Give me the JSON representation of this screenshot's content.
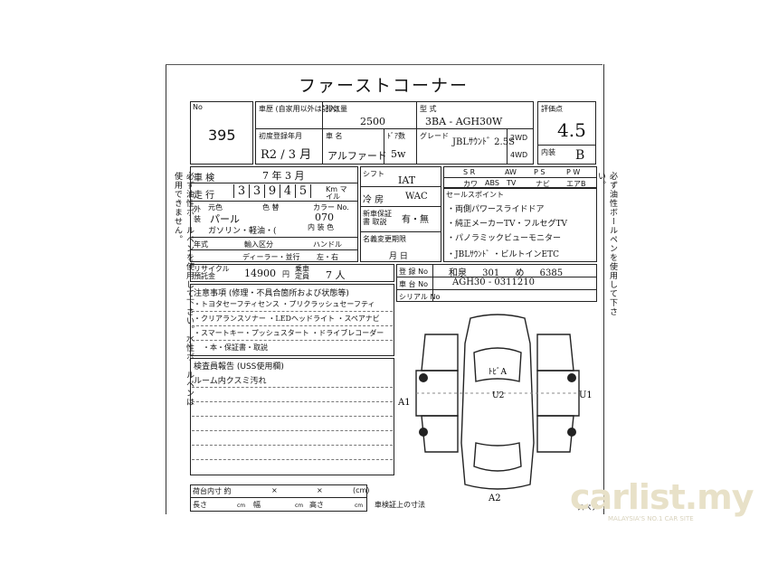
{
  "title": "ファーストコーナー",
  "lot": {
    "label": "No",
    "number": "395"
  },
  "header": {
    "history_label": "車歴 (自家用以外は記入)",
    "displacement_label": "排気量",
    "displacement": "2500",
    "model_label": "型 式",
    "model": "3BA - AGH30W",
    "grade_label": "評価点",
    "grade": "4.5",
    "first_reg_label": "初度登録年月",
    "first_reg": "R2 / 3 月",
    "name_label": "車 名",
    "name": "アルファード",
    "doors_label": "ﾄﾞｱ数",
    "doors": "5w",
    "trim_label": "グレード",
    "trim": "JBLｻｳﾝﾄﾞ 2.5S",
    "drive_2wd": "2WD",
    "drive_4wd": "4WD",
    "interior_label": "内装",
    "interior": "B"
  },
  "inspection": {
    "label": "車 検",
    "value": "7 年 3 月"
  },
  "mileage": {
    "label": "走 行",
    "digits": [
      "3",
      "3",
      "9",
      "4",
      "5"
    ],
    "unit": "Km マイル"
  },
  "exterior": {
    "label": "外 装",
    "color_label": "元色",
    "color_name_label": "色 替",
    "color": "パール",
    "color_no_label": "カラー No.",
    "color_no": "070",
    "fuel": "ガソリン・軽油・(",
    "fuel_note": "内 装 色"
  },
  "year_row": {
    "label": "年式",
    "import_label": "輸入区分",
    "import": "ディーラー・並行",
    "handle_label": "ハンドル",
    "handle": "左・右"
  },
  "recycle": {
    "label": "リサイクル 預託金",
    "value": "14900",
    "unit": "円",
    "capacity_label": "乗車定員",
    "capacity": "7 人"
  },
  "shift": {
    "label": "シフト",
    "value": "IAT"
  },
  "ac": {
    "label": "冷 房",
    "value": "WAC"
  },
  "manual": {
    "label": "新車保証書 取説",
    "value": "有・無"
  },
  "expiry": {
    "label": "名義変更期限",
    "value": "月 日"
  },
  "equipment": {
    "labels": [
      "S R",
      "P S",
      "P W",
      "カワ",
      "ナビ",
      "TV",
      "AW",
      "ABS",
      "エアB"
    ],
    "points_label": "セールスポイント",
    "points": [
      "・両側パワースライドドア",
      "・純正メーカーTV・フルセグTV",
      "・パノラミックビューモニター",
      "・JBLｻｳﾝﾄﾞ ・ビルトインETC"
    ]
  },
  "registration": {
    "reg_label": "登 録 No",
    "reg": "和泉 301 め 6385",
    "vin_label": "車 台 No",
    "vin": "AGH30 - 0311210",
    "serial_label": "シリアル No",
    "serial": ""
  },
  "notes": {
    "label": "注意事項 (修理・不具合箇所および状態等)",
    "lines": [
      "・トヨタセーフティセンス ・プリクラッシュセーフティ",
      "・クリアランスソナー ・LEDヘッドライト ・スペアナビ",
      "・スマートキー・プッシュスタート ・ドライブレコーダー",
      "・本・保証書・取説"
    ]
  },
  "inspector": {
    "label": "検査員報告 (USS使用欄)",
    "lines": [
      "ルーム内クスミ汚れ"
    ]
  },
  "cargo": {
    "label": "荷台内寸 約",
    "x1": "×",
    "x2": "×",
    "unit": "(cm)"
  },
  "dims": {
    "length": "長さ",
    "width": "幅",
    "height": "高さ",
    "cm": "cm",
    "note": "車検証上の寸法"
  },
  "diagram": {
    "marks": [
      "A1",
      "U1",
      "U2",
      "A2",
      "ﾄﾋﾞA"
    ],
    "spare": "スペア"
  },
  "side_text": "必ず油性ボールペンを使用して下さい。水性ボールペンは使用できません。",
  "watermark": {
    "brand": "carlist.my",
    "tagline": "MALAYSIA'S NO.1 CAR SITE"
  }
}
